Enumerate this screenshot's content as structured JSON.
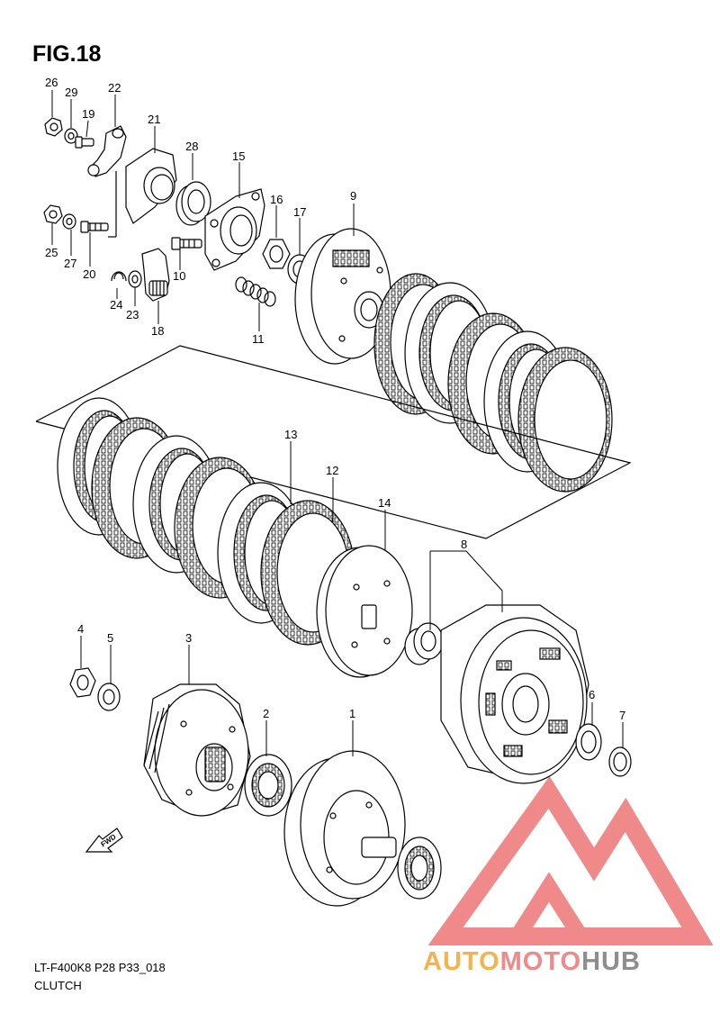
{
  "figure": {
    "title": "FIG.18"
  },
  "footer": {
    "code": "LT-F400K8 P28 P33_018",
    "name": "CLUTCH"
  },
  "direction_badge": {
    "label": "FWD"
  },
  "watermark": {
    "part1": "AUTO",
    "part2": "MOTO",
    "part3": "HUB",
    "colors": {
      "auto": "#f6b24c",
      "moto": "#f08a8a",
      "hub": "#8e8e8e",
      "logo": "#f08a8a"
    }
  },
  "callouts": [
    {
      "id": "26",
      "label": "26"
    },
    {
      "id": "29",
      "label": "29"
    },
    {
      "id": "19",
      "label": "19"
    },
    {
      "id": "22",
      "label": "22"
    },
    {
      "id": "21",
      "label": "21"
    },
    {
      "id": "28",
      "label": "28"
    },
    {
      "id": "15",
      "label": "15"
    },
    {
      "id": "16",
      "label": "16"
    },
    {
      "id": "17",
      "label": "17"
    },
    {
      "id": "9",
      "label": "9"
    },
    {
      "id": "25",
      "label": "25"
    },
    {
      "id": "27",
      "label": "27"
    },
    {
      "id": "20",
      "label": "20"
    },
    {
      "id": "10",
      "label": "10"
    },
    {
      "id": "24",
      "label": "24"
    },
    {
      "id": "23",
      "label": "23"
    },
    {
      "id": "18",
      "label": "18"
    },
    {
      "id": "11",
      "label": "11"
    },
    {
      "id": "13",
      "label": "13"
    },
    {
      "id": "12",
      "label": "12"
    },
    {
      "id": "14",
      "label": "14"
    },
    {
      "id": "8",
      "label": "8"
    },
    {
      "id": "4",
      "label": "4"
    },
    {
      "id": "5",
      "label": "5"
    },
    {
      "id": "3",
      "label": "3"
    },
    {
      "id": "2",
      "label": "2"
    },
    {
      "id": "1",
      "label": "1"
    },
    {
      "id": "6",
      "label": "6"
    },
    {
      "id": "7",
      "label": "7"
    }
  ]
}
